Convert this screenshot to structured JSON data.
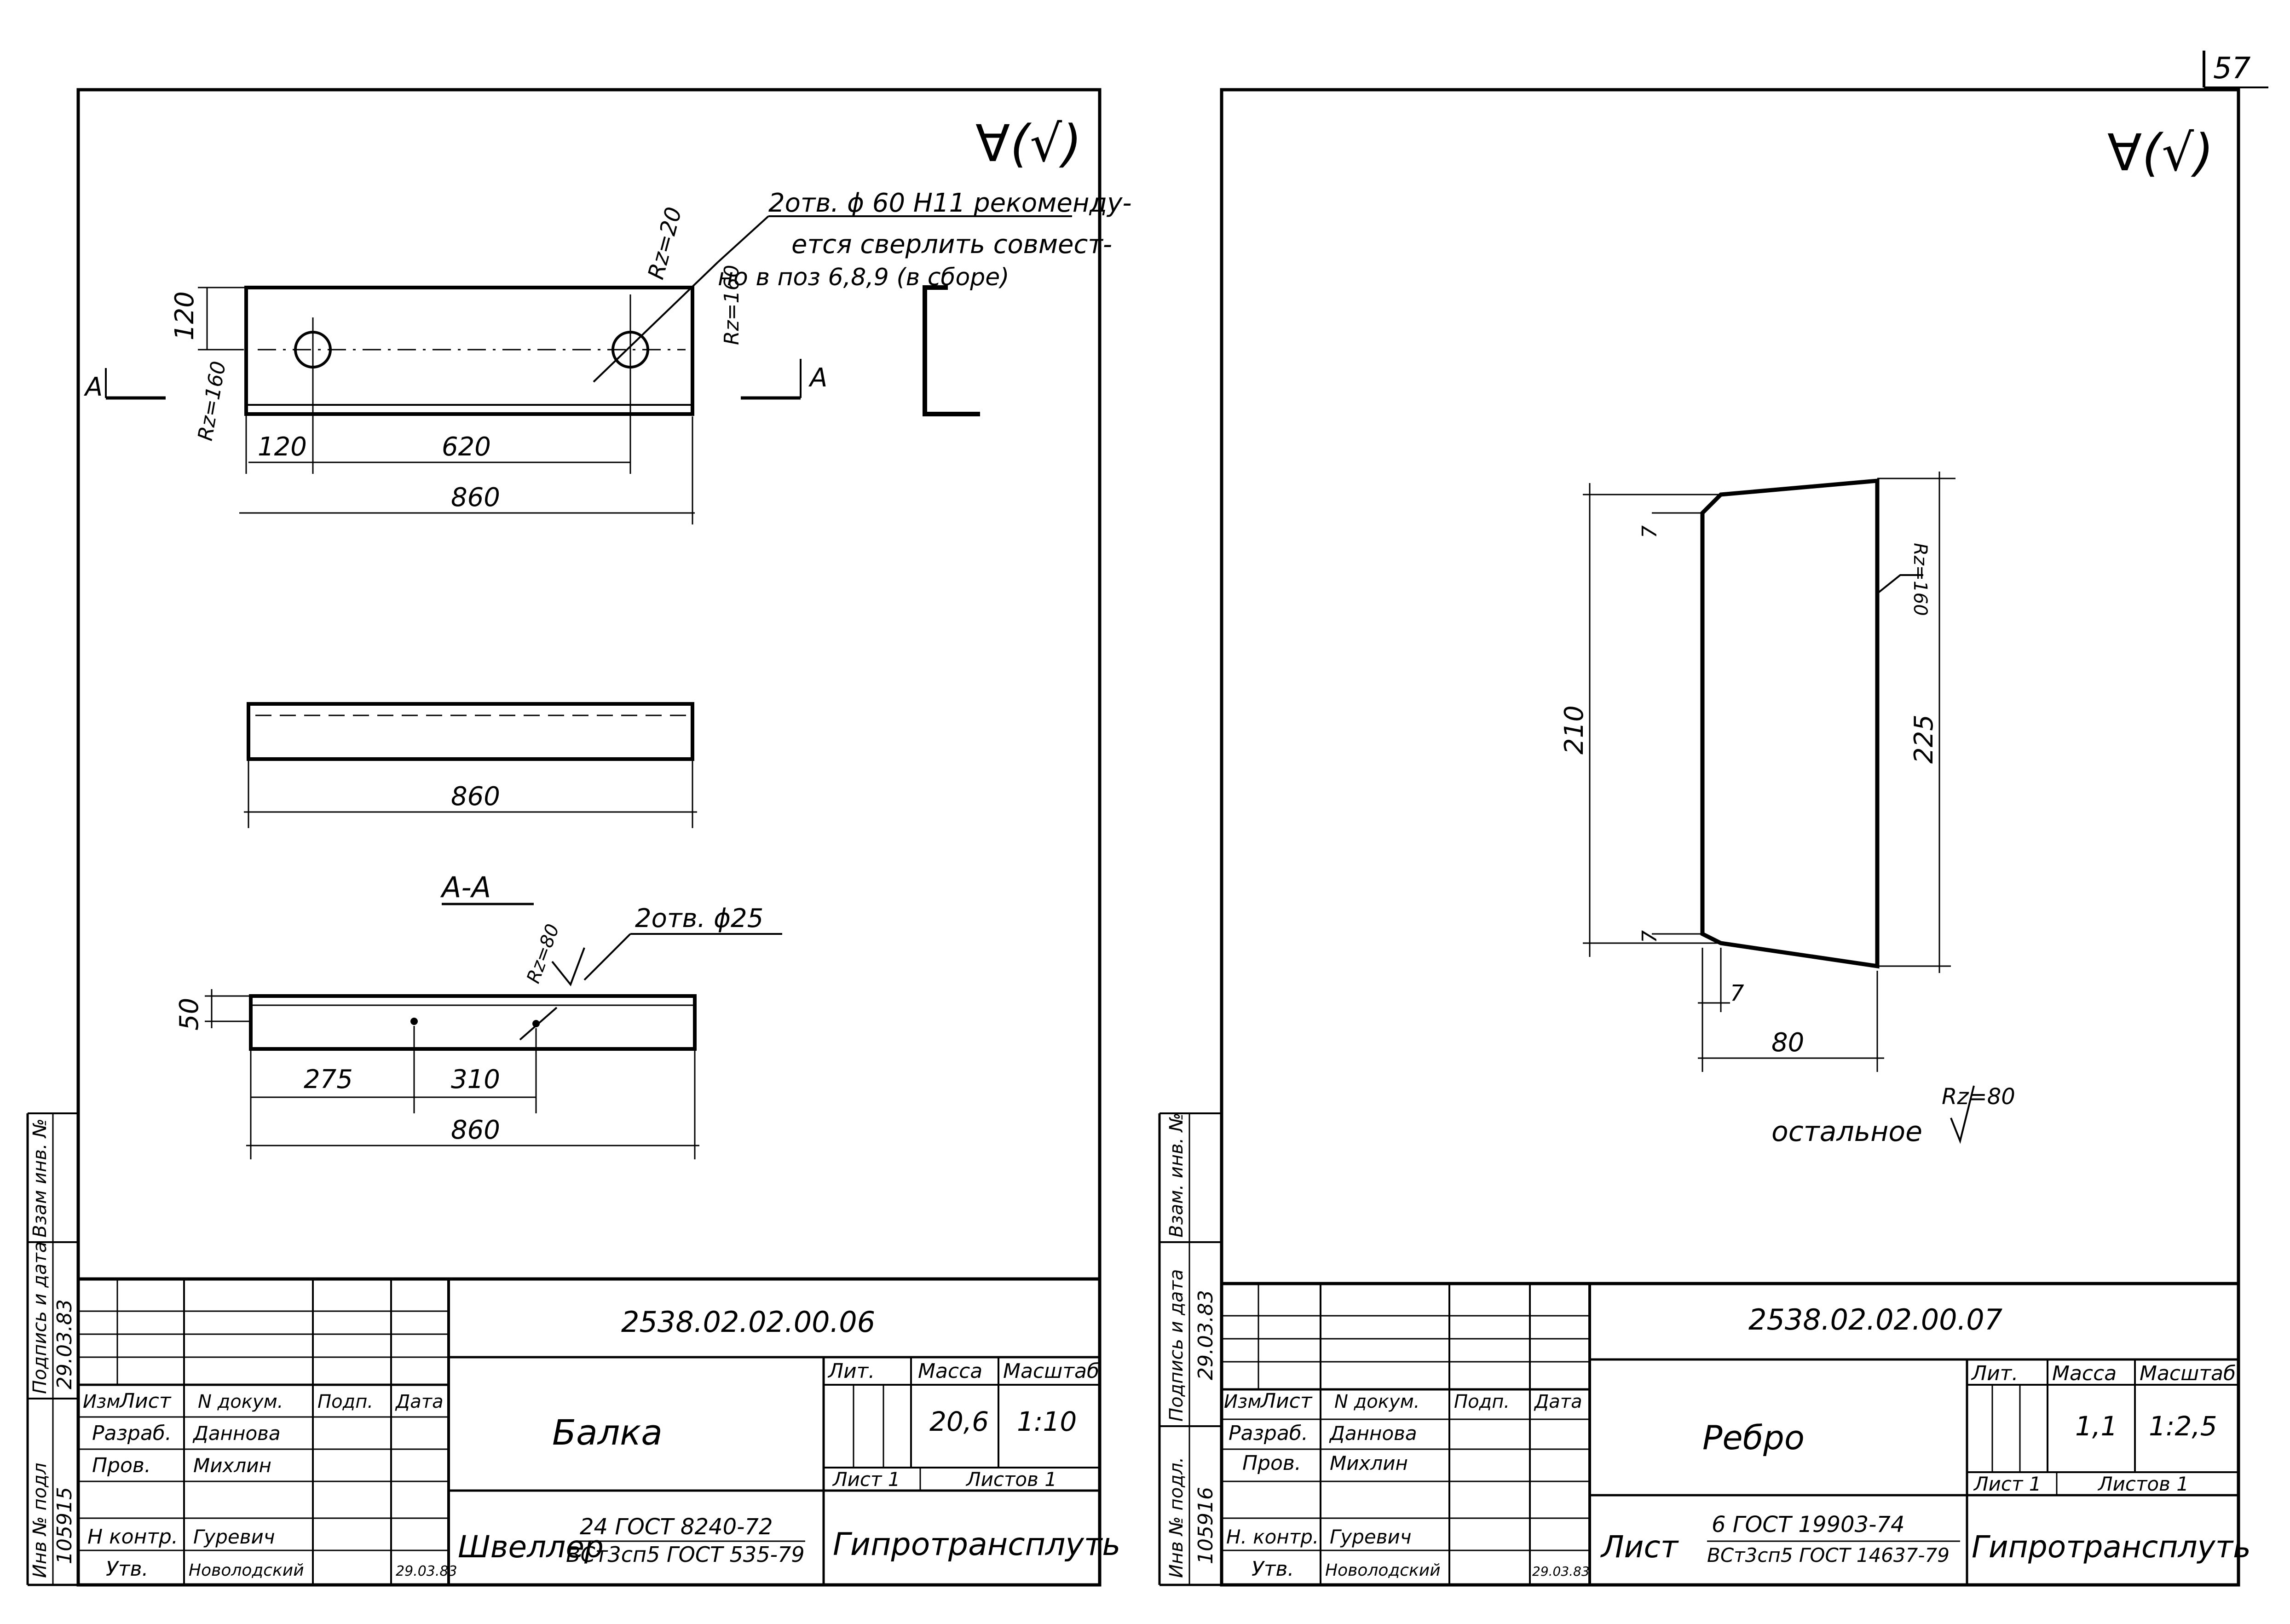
{
  "page_number": "57",
  "left_sheet": {
    "roughness_symbol": "∀(√)",
    "hole_note_lines": [
      "2отв. ϕ 60 H11 рекоменду-",
      "ется сверлить совмест-",
      "но в поз 6,8,9 (в сборе)"
    ],
    "rz20": "Rz=20",
    "rz160": "Rz=160",
    "section_mark": "A",
    "dim_120_vert": "120",
    "dim_120": "120",
    "dim_620": "620",
    "dim_860_a": "860",
    "dim_860_b": "860",
    "section_title": "A-A",
    "hole25_note": "2отв. ϕ25",
    "rz80": "Rz=80",
    "dim_50": "50",
    "dim_275": "275",
    "dim_310": "310",
    "dim_860_c": "860",
    "sidebar": {
      "vzam": "Взам инв. №",
      "podpis": "Подпись и дата",
      "podpis_val": "29.03.83",
      "inv": "Инв № подл",
      "inv_val": "105915"
    },
    "title_block": {
      "code": "2538.02.02.00.06",
      "name": "Балка",
      "h_izm": "Изм",
      "h_list": "Лист",
      "h_doc": "N докум.",
      "h_podp": "Подп.",
      "h_date": "Дата",
      "r1_role": "Разраб.",
      "r1_name": "Даннова",
      "r2_role": "Пров.",
      "r2_name": "Михлин",
      "r3_role": "Н контр.",
      "r3_name": "Гуревич",
      "r4_role": "Утв.",
      "r4_name": "Новолодский",
      "r4_date": "29.03.83",
      "lit": "Лит.",
      "massa": "Масса",
      "masshtab": "Масштаб",
      "massa_val": "20,6",
      "masshtab_val": "1:10",
      "list": "Лист 1",
      "listov": "Листов 1",
      "material_label": "Швеллер",
      "material_top": "24 ГОСТ 8240-72",
      "material_bottom": "ВСт3сп5 ГОСТ 535-79",
      "org": "Гипротрансплуть"
    }
  },
  "right_sheet": {
    "roughness_symbol": "∀(√)",
    "dim_210": "210",
    "dim_225": "225",
    "dim_7_top": "7",
    "dim_7_bot": "7",
    "dim_7_h": "7",
    "dim_80": "80",
    "rz160": "Rz=160",
    "rest_label": "остальное",
    "rz80": "Rz=80",
    "sidebar": {
      "vzam": "Взам. инв. №",
      "podpis": "Подпись и дата",
      "podpis_val": "29.03.83",
      "inv": "Инв № подл.",
      "inv_val": "105916"
    },
    "title_block": {
      "code": "2538.02.02.00.07",
      "name": "Ребро",
      "h_izm": "Изм",
      "h_list": "Лист",
      "h_doc": "N докум.",
      "h_podp": "Подп.",
      "h_date": "Дата",
      "r1_role": "Разраб.",
      "r1_name": "Даннова",
      "r2_role": "Пров.",
      "r2_name": "Михлин",
      "r3_role": "Н. контр.",
      "r3_name": "Гуревич",
      "r4_role": "Утв.",
      "r4_name": "Новолодский",
      "r4_date": "29.03.83",
      "lit": "Лит.",
      "massa": "Масса",
      "masshtab": "Масштаб",
      "massa_val": "1,1",
      "masshtab_val": "1:2,5",
      "list": "Лист 1",
      "listov": "Листов 1",
      "material_label": "Лист",
      "material_top": "6 ГОСТ 19903-74",
      "material_bottom": "ВСт3сп5 ГОСТ 14637-79",
      "org": "Гипротрансплуть"
    }
  }
}
